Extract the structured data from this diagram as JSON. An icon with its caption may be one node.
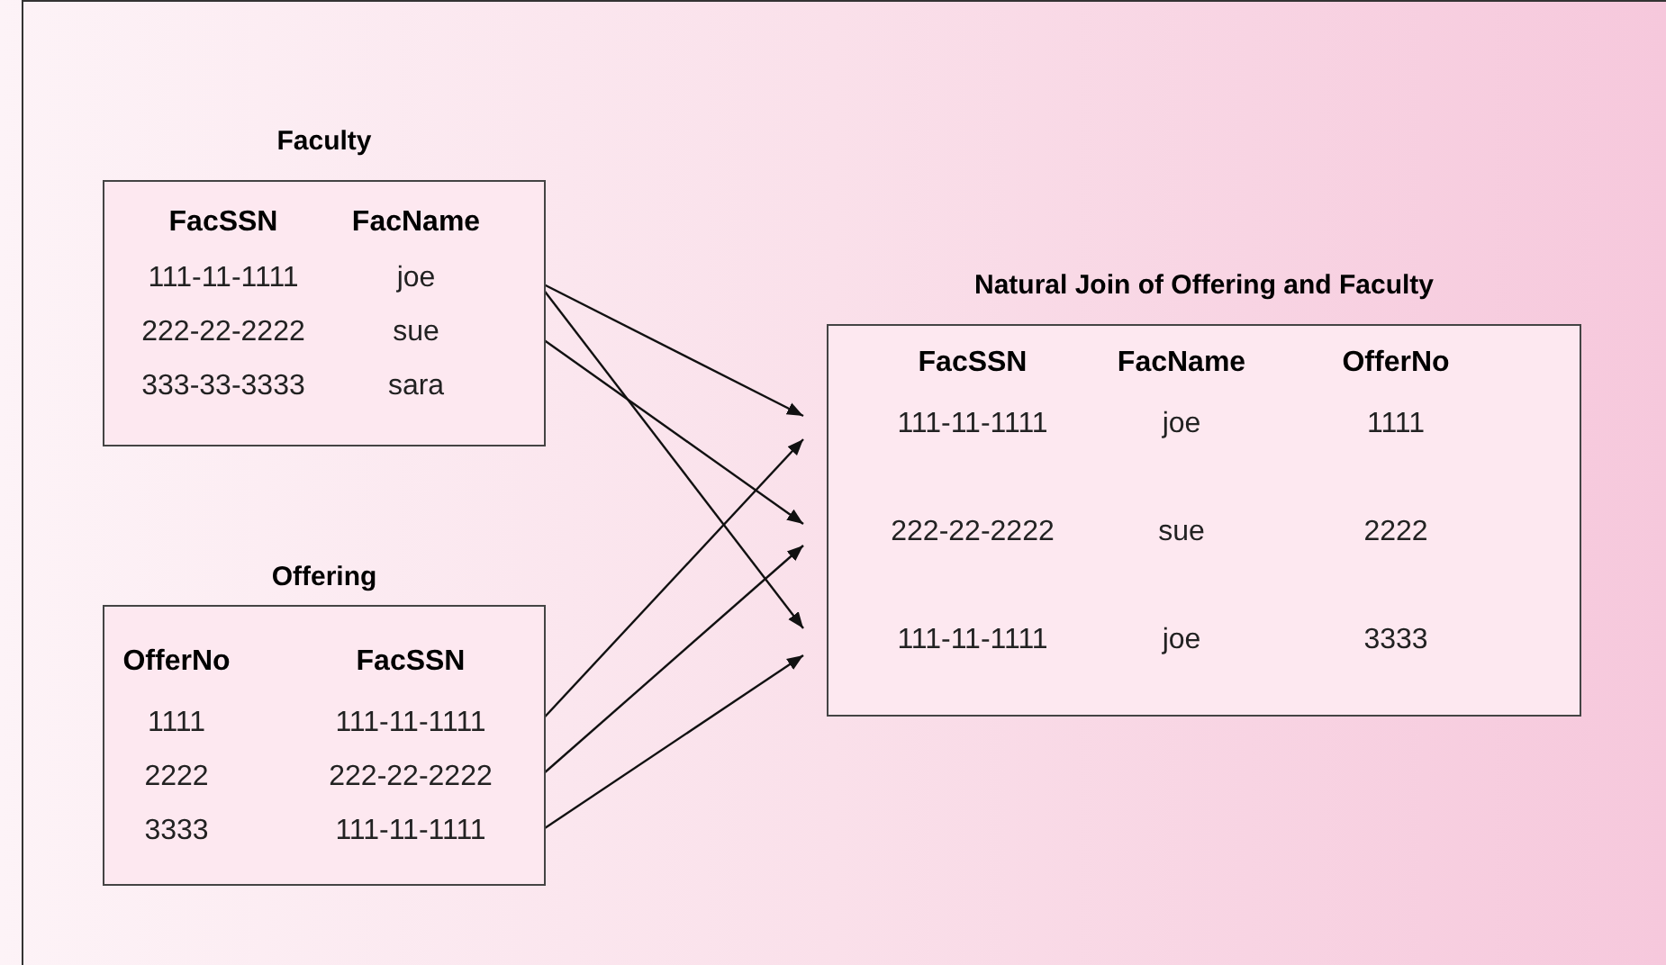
{
  "diagram": {
    "nodes": [
      {
        "text": [
          "Faculty",
          "FacSSN",
          "FacName"
        ]
      },
      {
        "text": [
          "111-11-1111",
          "joe"
        ],
        "in": 0
      },
      {
        "text": [
          "222-22-2222",
          "sue"
        ],
        "in": 0
      },
      {
        "text": [
          "333-33-3333",
          "sara"
        ],
        "in": 0
      },
      {
        "text": [
          "Offering",
          "OfferNo",
          "FacSSN"
        ]
      },
      {
        "text": [
          "1111",
          "111-11-1111"
        ],
        "in": 4
      },
      {
        "text": [
          "2222",
          "222-22-2222"
        ],
        "in": 4
      },
      {
        "text": [
          "3333",
          "111-11-1111"
        ],
        "in": 4
      },
      {
        "text": [
          "Natural Join of Offering and Faculty",
          "FacSSN",
          "FacName",
          "OfferNo"
        ]
      },
      {
        "text": [
          "111-11-1111",
          "joe",
          "1111"
        ],
        "in": 8
      },
      {
        "text": [
          "222-22-2222",
          "sue",
          "2222"
        ],
        "in": 8
      },
      {
        "text": [
          "111-11-1111",
          "joe",
          "3333"
        ],
        "in": 8
      }
    ],
    "edges": [
      {
        "from": 1,
        "to": 9,
        "arrow": "to"
      },
      {
        "from": 1,
        "to": 11,
        "arrow": "to"
      },
      {
        "from": 2,
        "to": 10,
        "arrow": "to"
      },
      {
        "from": 5,
        "to": 9,
        "arrow": "to"
      },
      {
        "from": 6,
        "to": 10,
        "arrow": "to"
      },
      {
        "from": 7,
        "to": 11,
        "arrow": "to"
      }
    ]
  }
}
